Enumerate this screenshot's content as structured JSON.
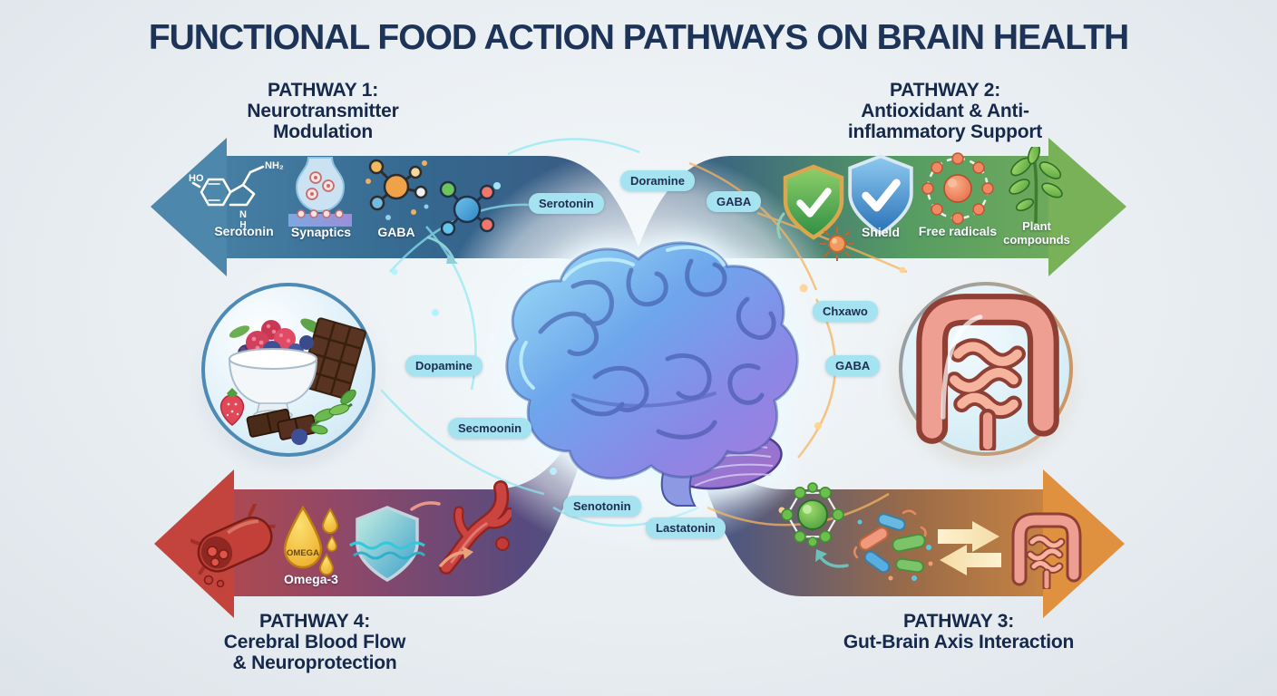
{
  "title": "FUNCTIONAL FOOD ACTION PATHWAYS ON BRAIN HEALTH",
  "pathway1": {
    "heading": [
      "PATHWAY 1:",
      "Neurotransmitter",
      "Modulation"
    ],
    "labels": {
      "serotonin": "Serotonin",
      "synaptics": "Synaptics",
      "gaba": "GABA"
    },
    "structure": {
      "ho": "HO",
      "nh2": "NH₂",
      "n": "N",
      "h": "H"
    }
  },
  "pathway2": {
    "heading": [
      "PATHWAY 2:",
      "Antioxidant & Anti-",
      "inflammatory Support"
    ],
    "labels": {
      "shield": "Shield",
      "free_radicals": "Free radicals",
      "plant": "Plant compounds"
    }
  },
  "pathway3": {
    "heading": [
      "PATHWAY 3:",
      "Gut-Brain Axis Interaction"
    ]
  },
  "pathway4": {
    "heading": [
      "PATHWAY 4:",
      "Cerebral Blood Flow",
      "& Neuroprotection"
    ],
    "labels": {
      "omega_badge": "OMEGA",
      "omega3": "Omega-3"
    }
  },
  "brain_labels": {
    "serotonin": "Serotonin",
    "doramine": "Doramine",
    "gaba_top": "GABA",
    "dopamine": "Dopamine",
    "secmoonin": "Secmoonin",
    "chxawo": "Chxawo",
    "gaba_right": "GABA",
    "senotonin": "Senotonin",
    "lastatonin": "Lastatonin"
  },
  "colors": {
    "title_text": "#1d3357",
    "pill_bg": "#a5e3f0",
    "pill_text": "#1e2d50",
    "arrow_blue": "#4d87ab",
    "arrow_green": "#78b158",
    "arrow_red": "#c04a40",
    "arrow_orange": "#e09140"
  }
}
